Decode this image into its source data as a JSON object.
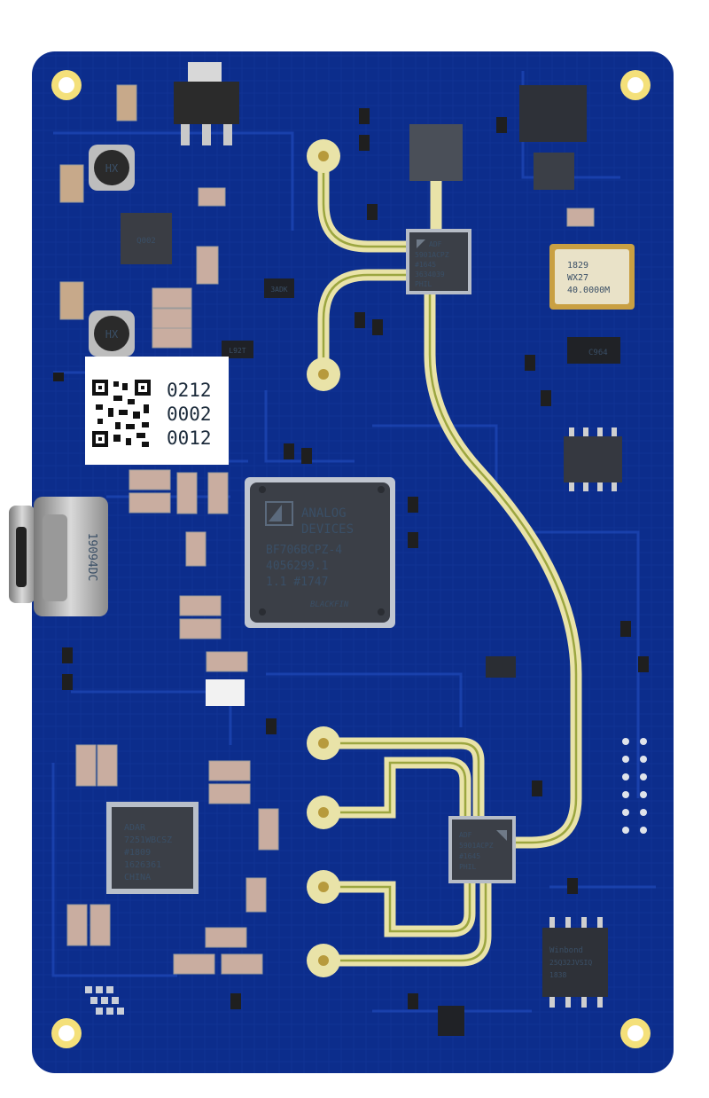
{
  "board": {
    "substrate_color": "#0c2d8c",
    "trace_color": "#1e46b8",
    "pad_gold": "#e9e3a8",
    "hole_gold": "#f4e07a"
  },
  "serial_label": {
    "lines": [
      "0212",
      "0002",
      "0012"
    ]
  },
  "dsp_chip": {
    "brand_line1": "ANALOG",
    "brand_line2": "DEVICES",
    "part": "BF706BCPZ-4",
    "lot": "4056299.1",
    "rev": "1.1 #1747",
    "logo_text": "BLACKFIN"
  },
  "mixer_chip_top": {
    "line1": "ADF",
    "line2": "5901ACPZ",
    "line3": "#1645",
    "line4": "3634039",
    "line5": "PHIL"
  },
  "mixer_chip_bottom": {
    "line1": "ADF",
    "line2": "5901ACPZ",
    "line3": "#1645",
    "line4": "PHIL"
  },
  "codec_chip": {
    "line1": "ADAR",
    "line2": "7251WBCSZ",
    "line3": "#1809",
    "line4": "1626361",
    "line5": "CHINA"
  },
  "usb_connector": {
    "label": "19094DC"
  },
  "oscillator": {
    "line1": "1829",
    "line2": "WX27",
    "line3": "40.0000M"
  },
  "small_chips": {
    "sot_marking": "C964",
    "sot2_marking": "3ADK",
    "sot3_marking": "L92T"
  },
  "eeprom": {
    "line1": "Winbond",
    "line2": "25Q32JVSIQ",
    "line3": "1838"
  },
  "inductor_marking": "HX"
}
